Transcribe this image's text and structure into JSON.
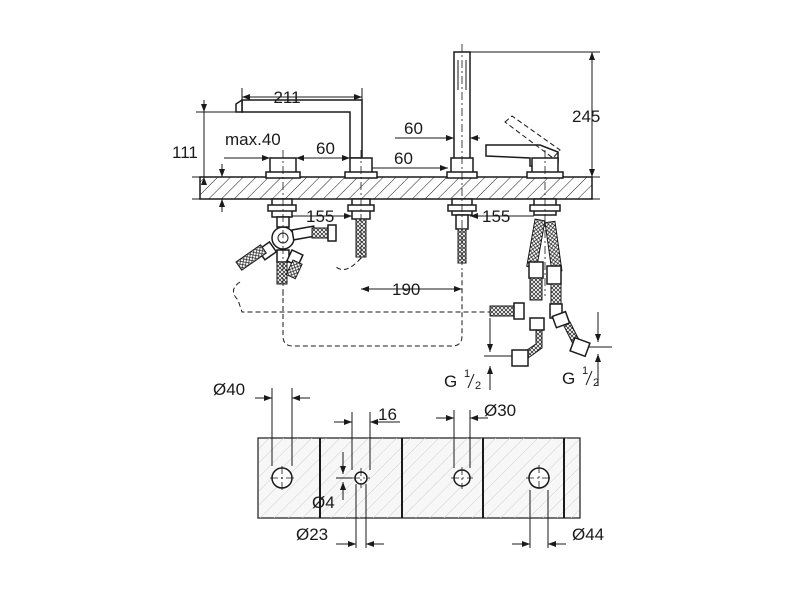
{
  "top_view": {
    "dims": {
      "spout_reach": "211",
      "spout_height": "111",
      "max_thickness": "max.40",
      "spout_pos": "60",
      "handle_pos": "60",
      "shower_pos": "60",
      "overall_height": "245",
      "spacing_a": "155",
      "spacing_b": "155",
      "spacing_c": "190"
    },
    "thread_a_main": "G",
    "thread_a_num": "1",
    "thread_a_den": "2",
    "thread_b_main": "G",
    "thread_b_num": "1",
    "thread_b_den": "2"
  },
  "bottom_view": {
    "dims": {
      "hole_40": "Ø40",
      "gap_16": "16",
      "hole_30": "Ø30",
      "pin_4": "Ø4",
      "hole_23": "Ø23",
      "hole_44": "Ø44"
    }
  }
}
